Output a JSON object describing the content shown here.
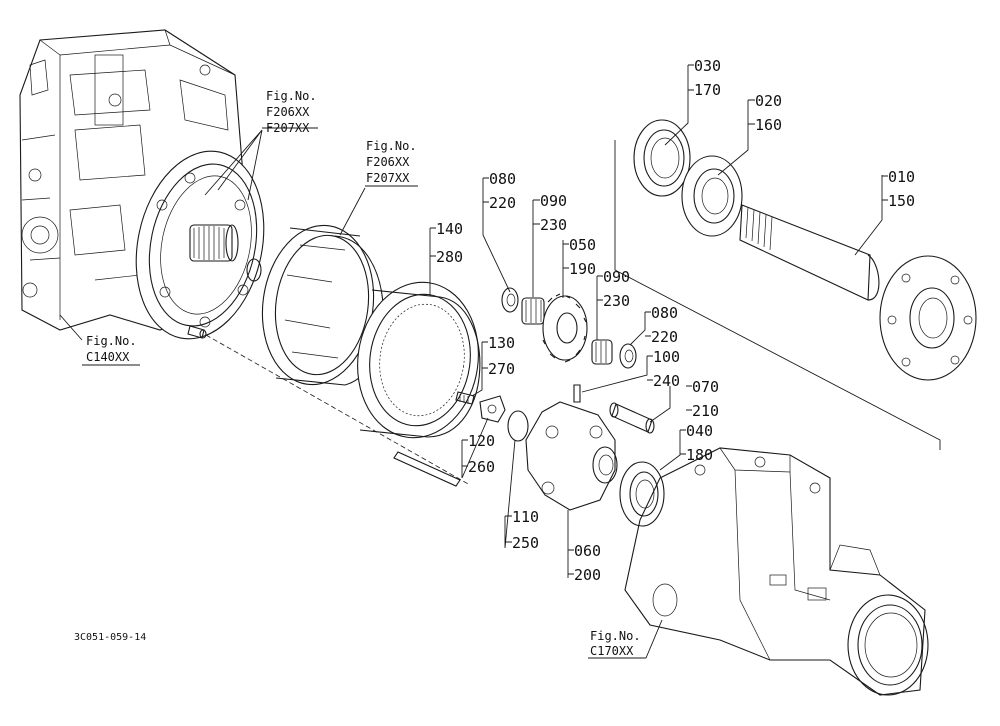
{
  "diagram_code": "3C051-059-14",
  "figure_refs": [
    {
      "id": "ref-upper-left",
      "label": "Fig.No.",
      "codes": [
        "F206XX",
        "F207XX"
      ]
    },
    {
      "id": "ref-middle",
      "label": "Fig.No.",
      "codes": [
        "F206XX",
        "F207XX"
      ]
    },
    {
      "id": "ref-left",
      "label": "Fig.No.",
      "codes": [
        "C140XX"
      ]
    },
    {
      "id": "ref-bottom-right",
      "label": "Fig.No.",
      "codes": [
        "C170XX"
      ]
    }
  ],
  "callouts": [
    {
      "id": "c010",
      "a": "010",
      "b": "150"
    },
    {
      "id": "c020",
      "a": "020",
      "b": "160"
    },
    {
      "id": "c030",
      "a": "030",
      "b": "170"
    },
    {
      "id": "c040",
      "a": "040",
      "b": "180"
    },
    {
      "id": "c050",
      "a": "050",
      "b": "190"
    },
    {
      "id": "c060",
      "a": "060",
      "b": "200"
    },
    {
      "id": "c070",
      "a": "070",
      "b": "210"
    },
    {
      "id": "c080a",
      "a": "080",
      "b": "220"
    },
    {
      "id": "c080b",
      "a": "080",
      "b": "220"
    },
    {
      "id": "c090a",
      "a": "090",
      "b": "230"
    },
    {
      "id": "c090b",
      "a": "090",
      "b": "230"
    },
    {
      "id": "c100",
      "a": "100",
      "b": "240"
    },
    {
      "id": "c110",
      "a": "110",
      "b": "250"
    },
    {
      "id": "c120",
      "a": "120",
      "b": "260"
    },
    {
      "id": "c130",
      "a": "130",
      "b": "270"
    },
    {
      "id": "c140",
      "a": "140",
      "b": "280"
    }
  ]
}
